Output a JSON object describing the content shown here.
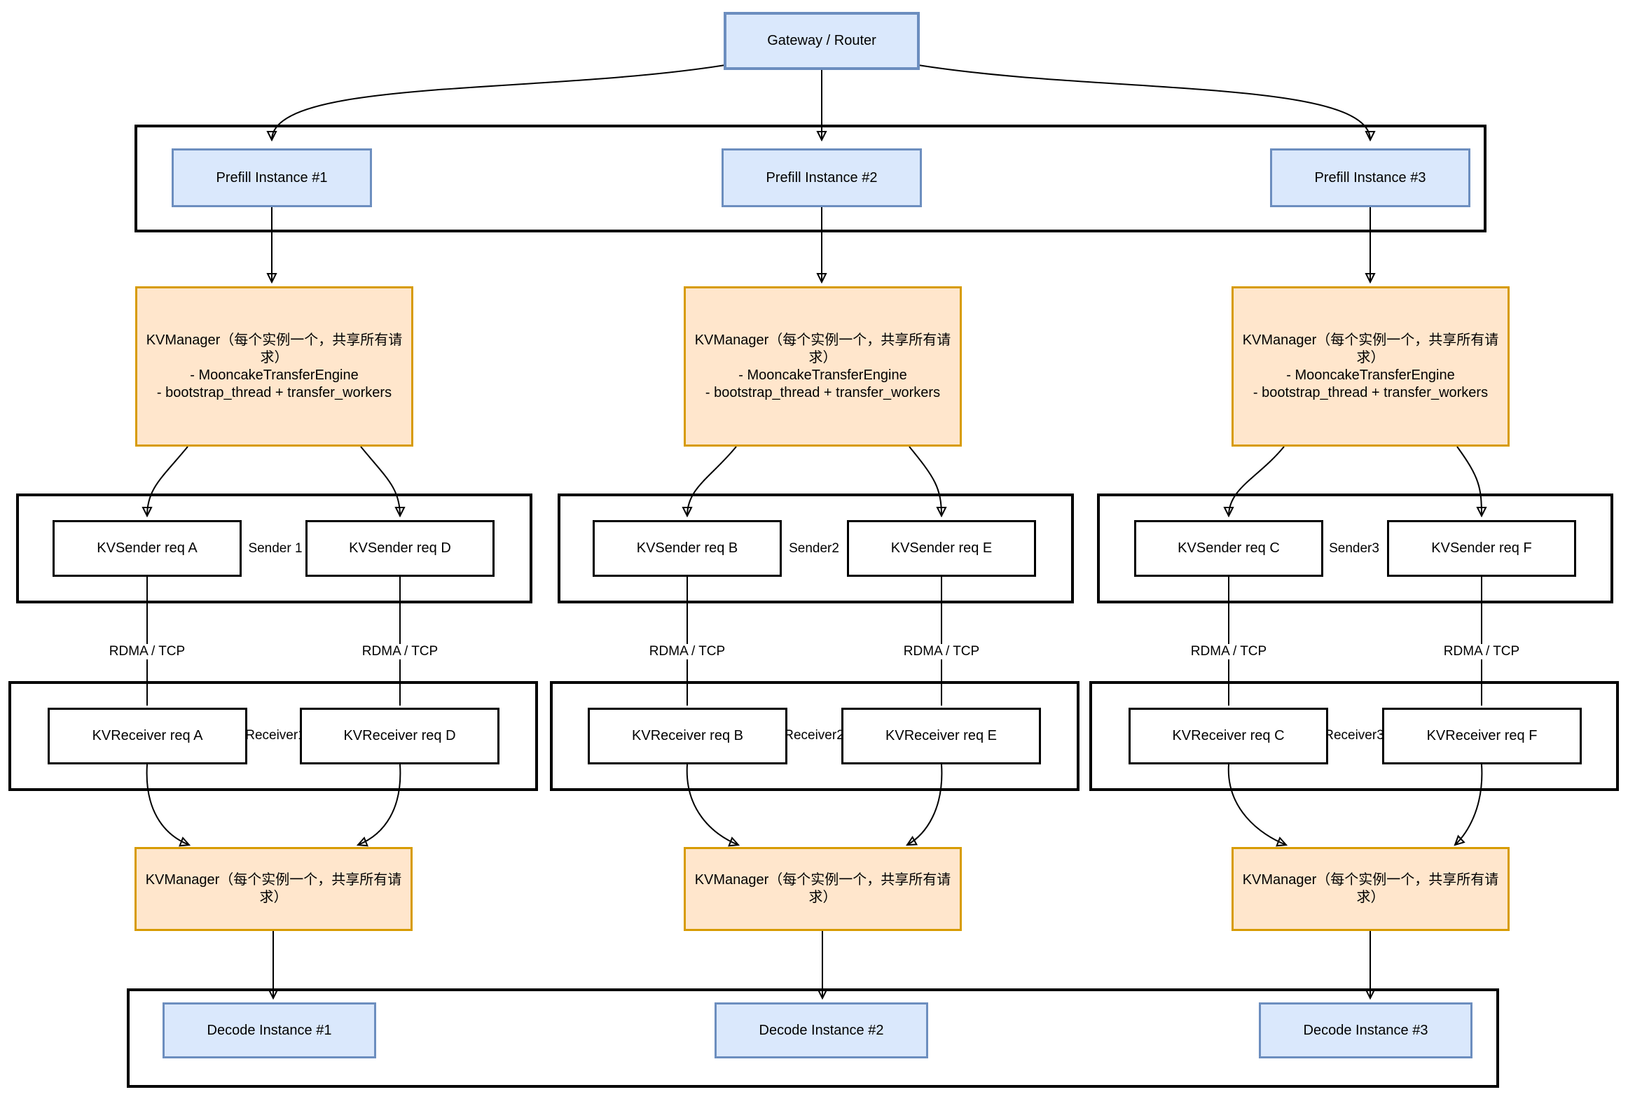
{
  "diagram_type": "architecture-flow",
  "colors": {
    "node_blue_fill": "#dae8fc",
    "node_blue_border": "#6c8ebf",
    "node_orange_fill": "#ffe6cc",
    "node_orange_border": "#d79b00",
    "edge_color": "#000000",
    "container_border": "#000000"
  },
  "gateway_label": "Gateway / Router",
  "rdma_label": "RDMA / TCP",
  "kvmanager_detail": {
    "line1": "KVManager（每个实例一个，共享所有请求）",
    "line2": "- MooncakeTransferEngine",
    "line3": "- bootstrap_thread + transfer_workers"
  },
  "kvmanager_simple": "KVManager（每个实例一个，共享所有请求）",
  "columns": [
    {
      "prefill": "Prefill Instance #1",
      "sender_label": "Sender 1",
      "sender_left": "KVSender req A",
      "sender_right": "KVSender req D",
      "receiver_label": "Receiver1",
      "receiver_left": "KVReceiver req A",
      "receiver_right": "KVReceiver req D",
      "decode": "Decode Instance #1"
    },
    {
      "prefill": "Prefill Instance #2",
      "sender_label": "Sender2",
      "sender_left": "KVSender req B",
      "sender_right": "KVSender req E",
      "receiver_label": "Receiver2",
      "receiver_left": "KVReceiver req B",
      "receiver_right": "KVReceiver req E",
      "decode": "Decode Instance #2"
    },
    {
      "prefill": "Prefill Instance #3",
      "sender_label": "Sender3",
      "sender_left": "KVSender req C",
      "sender_right": "KVSender req F",
      "receiver_label": "Receiver3",
      "receiver_left": "KVReceiver req C",
      "receiver_right": "KVReceiver req F",
      "decode": "Decode Instance #3"
    }
  ]
}
